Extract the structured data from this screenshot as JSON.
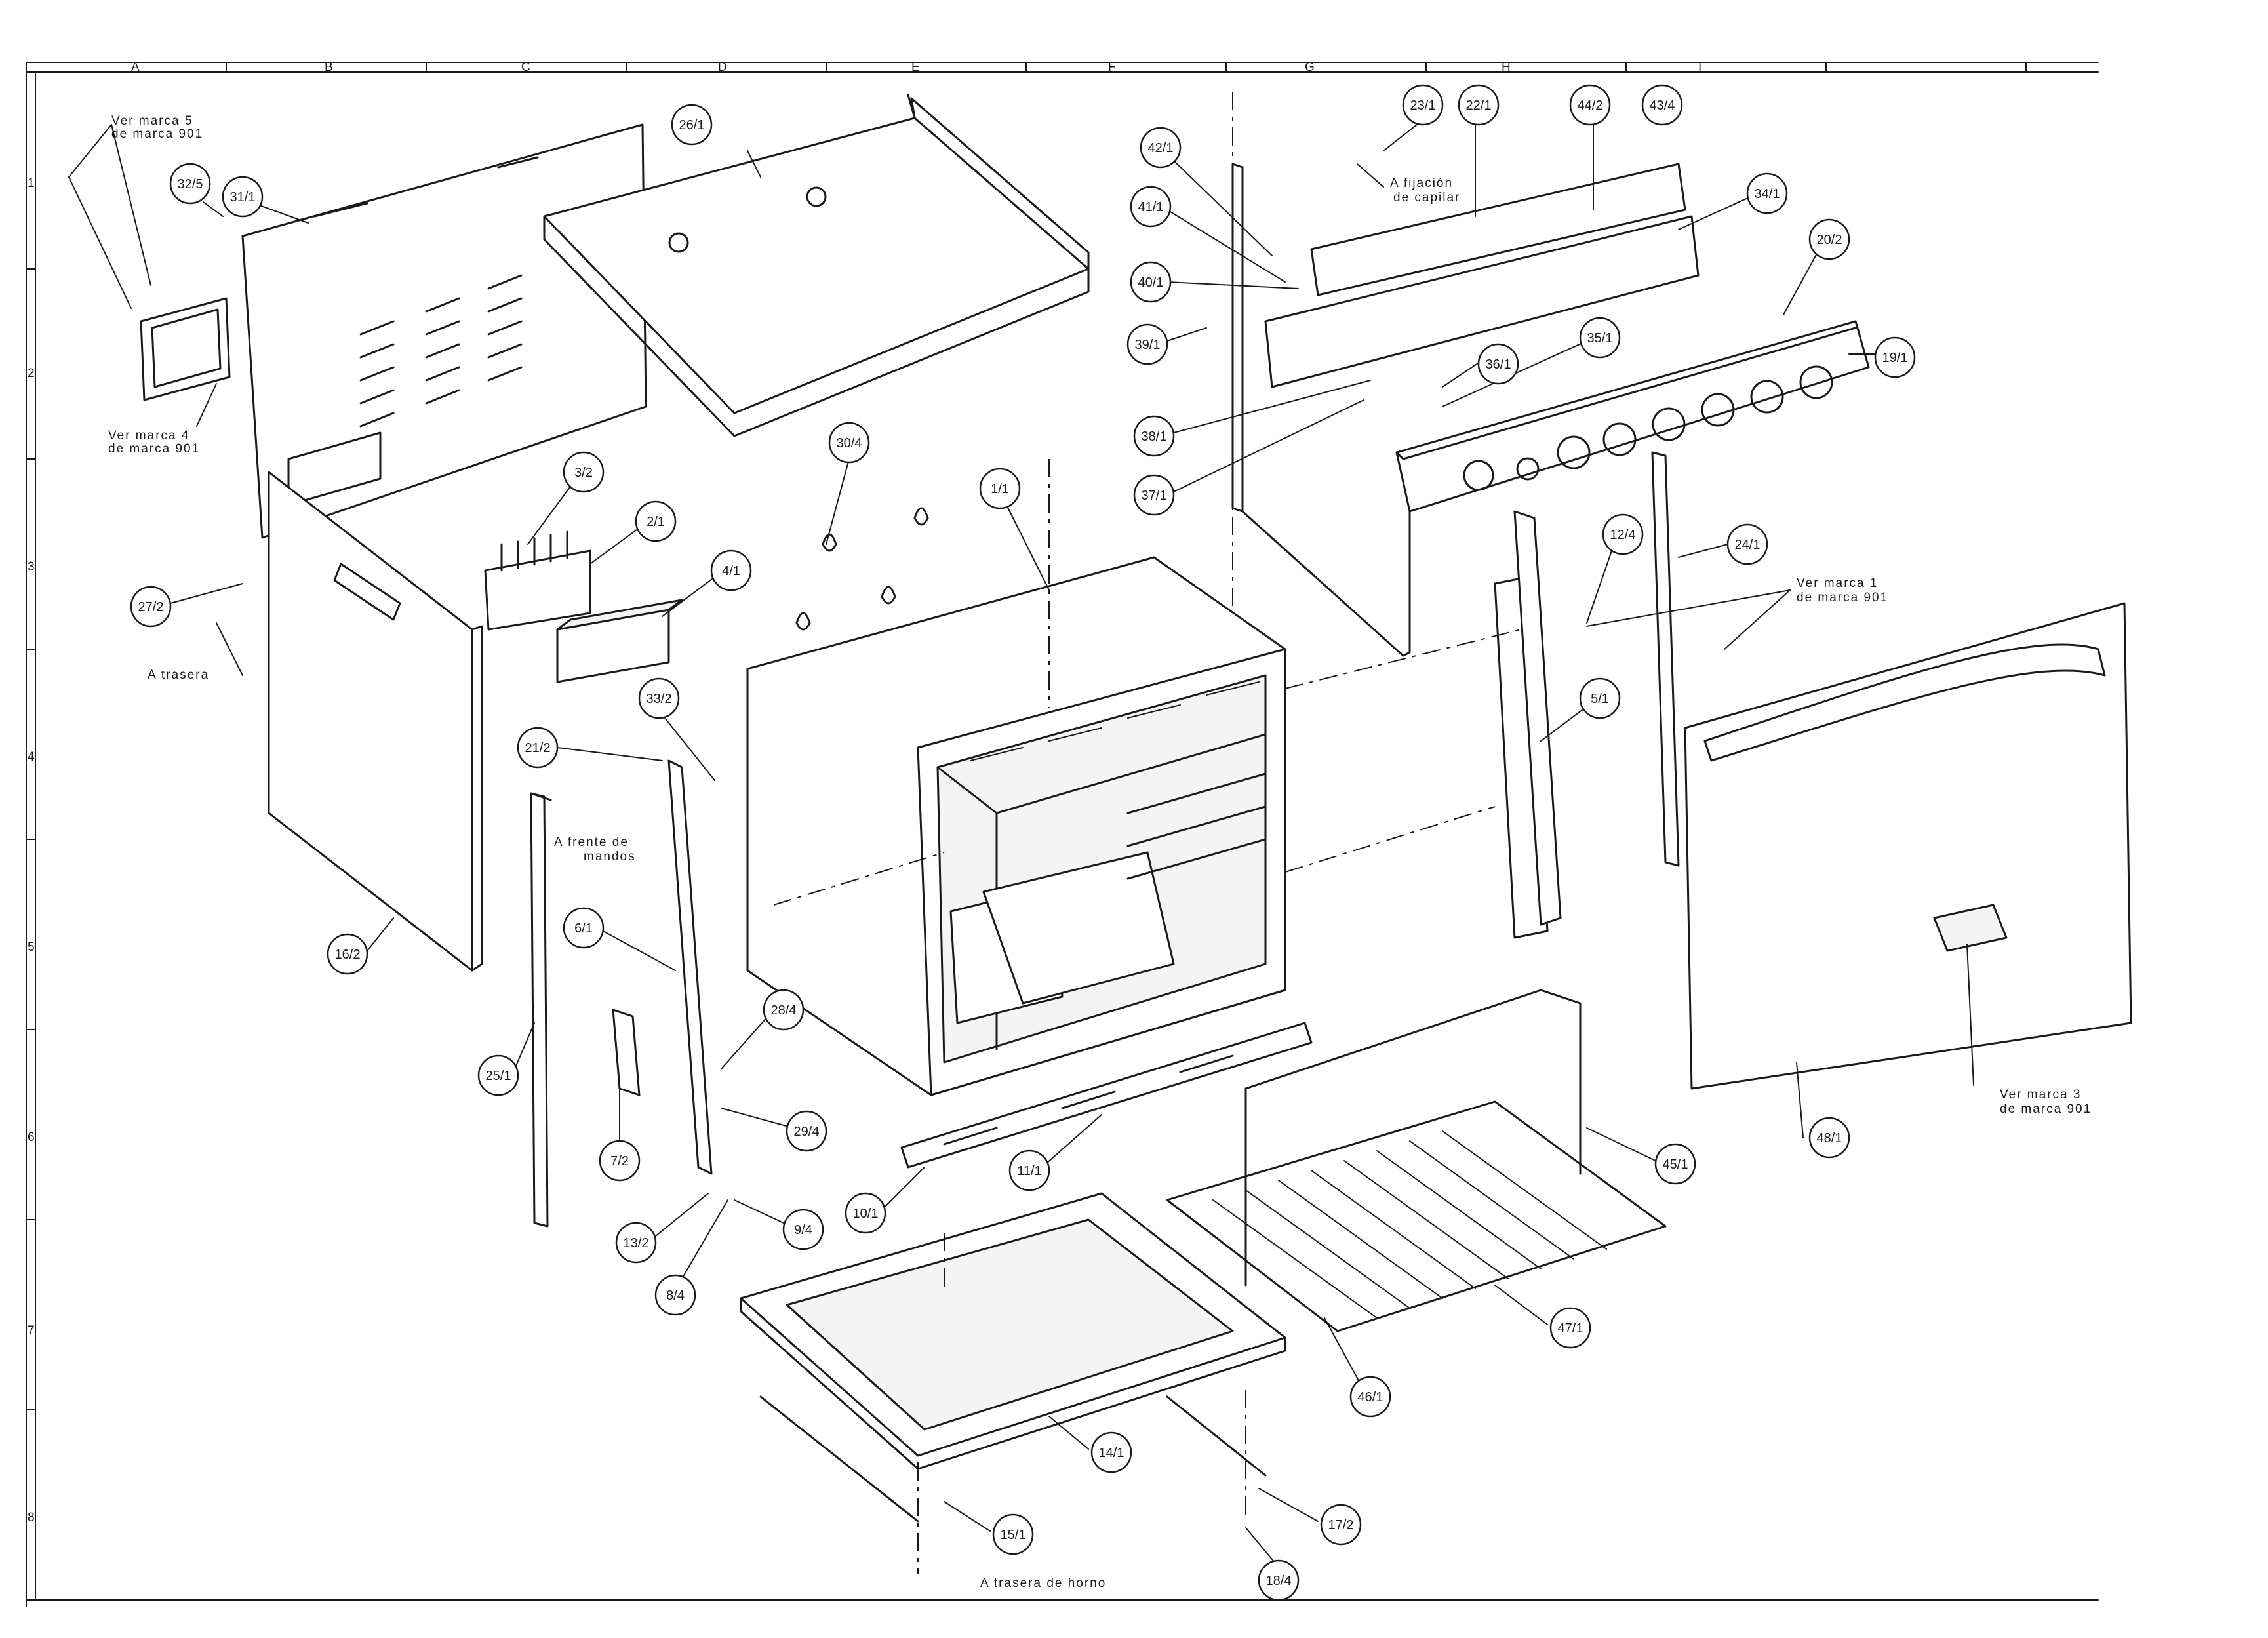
{
  "drawing": {
    "columns": [
      "A",
      "B",
      "C",
      "D",
      "E",
      "F",
      "G",
      "H",
      "I"
    ],
    "rows": [
      "1",
      "2",
      "3",
      "4",
      "5",
      "6",
      "7",
      "8"
    ]
  },
  "callouts": [
    {
      "id": "c-32-5",
      "label": "32/5"
    },
    {
      "id": "c-31-1",
      "label": "31/1"
    },
    {
      "id": "c-26-1",
      "label": "26/1"
    },
    {
      "id": "c-42-1",
      "label": "42/1"
    },
    {
      "id": "c-41-1",
      "label": "41/1"
    },
    {
      "id": "c-40-1",
      "label": "40/1"
    },
    {
      "id": "c-39-1",
      "label": "39/1"
    },
    {
      "id": "c-38-1",
      "label": "38/1"
    },
    {
      "id": "c-37-1",
      "label": "37/1"
    },
    {
      "id": "c-36-1",
      "label": "36/1"
    },
    {
      "id": "c-35-1",
      "label": "35/1"
    },
    {
      "id": "c-23-1",
      "label": "23/1"
    },
    {
      "id": "c-22-1",
      "label": "22/1"
    },
    {
      "id": "c-44-2",
      "label": "44/2"
    },
    {
      "id": "c-43-4",
      "label": "43/4"
    },
    {
      "id": "c-34-1",
      "label": "34/1"
    },
    {
      "id": "c-20-2",
      "label": "20/2"
    },
    {
      "id": "c-19-1",
      "label": "19/1"
    },
    {
      "id": "c-3-2",
      "label": "3/2"
    },
    {
      "id": "c-2-1",
      "label": "2/1"
    },
    {
      "id": "c-4-1",
      "label": "4/1"
    },
    {
      "id": "c-30-4",
      "label": "30/4"
    },
    {
      "id": "c-1-1",
      "label": "1/1"
    },
    {
      "id": "c-27-2",
      "label": "27/2"
    },
    {
      "id": "c-33-2",
      "label": "33/2"
    },
    {
      "id": "c-21-2",
      "label": "21/2"
    },
    {
      "id": "c-16-2",
      "label": "16/2"
    },
    {
      "id": "c-6-1",
      "label": "6/1"
    },
    {
      "id": "c-25-1",
      "label": "25/1"
    },
    {
      "id": "c-28-4",
      "label": "28/4"
    },
    {
      "id": "c-29-4",
      "label": "29/4"
    },
    {
      "id": "c-7-2",
      "label": "7/2"
    },
    {
      "id": "c-13-2",
      "label": "13/2"
    },
    {
      "id": "c-9-4",
      "label": "9/4"
    },
    {
      "id": "c-8-4",
      "label": "8/4"
    },
    {
      "id": "c-10-1",
      "label": "10/1"
    },
    {
      "id": "c-11-1",
      "label": "11/1"
    },
    {
      "id": "c-12-4",
      "label": "12/4"
    },
    {
      "id": "c-24-1",
      "label": "24/1"
    },
    {
      "id": "c-5-1",
      "label": "5/1"
    },
    {
      "id": "c-45-1",
      "label": "45/1"
    },
    {
      "id": "c-48-1",
      "label": "48/1"
    },
    {
      "id": "c-47-1",
      "label": "47/1"
    },
    {
      "id": "c-46-1",
      "label": "46/1"
    },
    {
      "id": "c-14-1",
      "label": "14/1"
    },
    {
      "id": "c-15-1",
      "label": "15/1"
    },
    {
      "id": "c-17-2",
      "label": "17/2"
    },
    {
      "id": "c-18-4",
      "label": "18/4"
    }
  ],
  "notes": {
    "ver_marca5_a": "Ver marca 5",
    "ver_marca5_b": "de marca 901",
    "ver_marca4_a": "Ver marca 4",
    "ver_marca4_b": "de marca 901",
    "a_trasera": "A trasera",
    "a_frente_a": "A frente de",
    "a_frente_b": "mandos",
    "fijacion_a": "A fijación",
    "fijacion_b": "de capilar",
    "ver_marca1_a": "Ver marca 1",
    "ver_marca1_b": "de marca 901",
    "ver_marca3_a": "Ver marca 3",
    "ver_marca3_b": "de marca 901",
    "trasera_horno": "A trasera de horno"
  }
}
